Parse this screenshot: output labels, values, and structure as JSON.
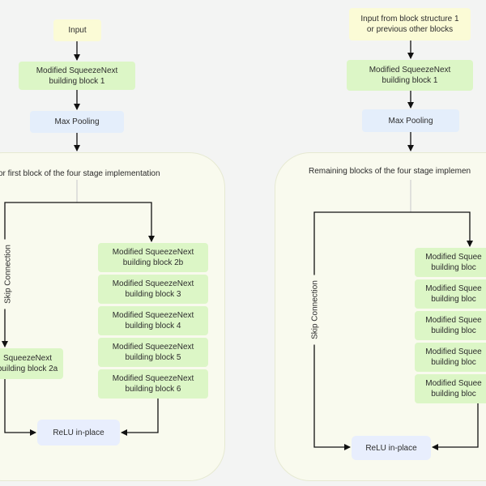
{
  "left": {
    "input": "Input",
    "block1": "Modified SqueezeNext\nbuilding block 1",
    "maxpool": "Max Pooling",
    "region_label": "or first block of the four stage implementation",
    "skip_label": "Skip Connection",
    "block2a": "SqueezeNext\n building block 2a",
    "block2b": "Modified SqueezeNext\nbuilding block 2b",
    "block3": "Modified SqueezeNext\nbuilding block 3",
    "block4": "Modified SqueezeNext\nbuilding block 4",
    "block5": "Modified SqueezeNext\nbuilding block 5",
    "block6": "Modified SqueezeNext\nbuilding block 6",
    "relu": "ReLU in-place"
  },
  "right": {
    "input": "Input from block structure 1\nor previous other blocks",
    "block1": "Modified SqueezeNext\nbuilding block 1",
    "maxpool": "Max Pooling",
    "region_label": "Remaining blocks of the four stage implemen",
    "skip_label": "Skip Connection",
    "blocks": [
      "Modified Squee\nbuilding bloc",
      "Modified Squee\nbuilding bloc",
      "Modified Squee\nbuilding bloc",
      "Modified Squee\nbuilding bloc",
      "Modified Squee\nbuilding bloc"
    ],
    "relu": "ReLU in-place"
  },
  "colors": {
    "input": "#fbfbd6",
    "block": "#dcf6c6",
    "pool": "#e4eefb",
    "region": "#f9faee",
    "relu": "#e8eefd",
    "wire": "#111111"
  }
}
